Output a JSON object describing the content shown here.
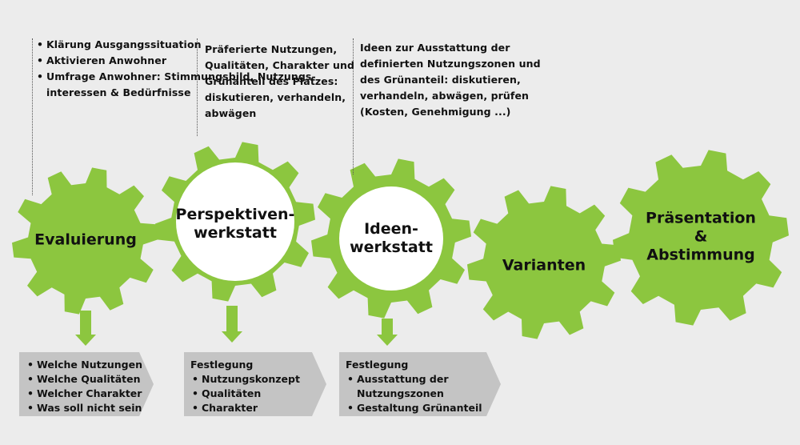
{
  "gears": [
    {
      "id": "evaluierung",
      "label": [
        "Evaluierung"
      ],
      "center": "green"
    },
    {
      "id": "perspektivenwerkstatt",
      "label": [
        "Perspektiven-",
        "werkstatt"
      ],
      "center": "white"
    },
    {
      "id": "ideenwerkstatt",
      "label": [
        "Ideen-",
        "werkstatt"
      ],
      "center": "white"
    },
    {
      "id": "varianten",
      "label": [
        "Varianten"
      ],
      "center": "green"
    },
    {
      "id": "praesentation",
      "label": [
        "Präsentation",
        "&",
        "Abstimmung"
      ],
      "center": "green"
    }
  ],
  "notes": {
    "evaluierung": [
      {
        "text": "Klärung Ausgangssituation"
      },
      {
        "text": "Aktivieren Anwohner"
      },
      {
        "text": "Umfrage Anwohner: Stimmungsbild, Nutzungs-",
        "cont": "interessen & Bedürfnisse"
      }
    ],
    "perspektivenwerkstatt": [
      "Präferierte Nutzungen,",
      "Qualitäten, Charakter und",
      "Grünanteil des Platzes:",
      "diskutieren, verhandeln,",
      "abwägen"
    ],
    "ideenwerkstatt": [
      "Ideen zur Ausstattung der",
      "definierten Nutzungszonen und",
      "des Grünanteil: diskutieren,",
      "verhandeln, abwägen, prüfen",
      "(Kosten, Genehmigung ...)"
    ]
  },
  "boxes": {
    "evaluierung": {
      "head": "",
      "items": [
        {
          "text": "Welche Nutzungen"
        },
        {
          "text": "Welche Qualitäten"
        },
        {
          "text": "Welcher Charakter"
        },
        {
          "text": "Was soll nicht sein"
        }
      ]
    },
    "perspektivenwerkstatt": {
      "head": "Festlegung",
      "items": [
        {
          "text": "Nutzungskonzept"
        },
        {
          "text": "Qualitäten"
        },
        {
          "text": "Charakter"
        }
      ]
    },
    "ideenwerkstatt": {
      "head": "Festlegung",
      "items": [
        {
          "text": "Ausstattung der",
          "cont": "Nutzungszonen"
        },
        {
          "text": "Gestaltung Grünanteil"
        }
      ]
    }
  },
  "colors": {
    "gear_green": "#8cc63f",
    "center_white": "#ffffff",
    "box_gray": "#c4c4c4",
    "background": "#ececec"
  }
}
